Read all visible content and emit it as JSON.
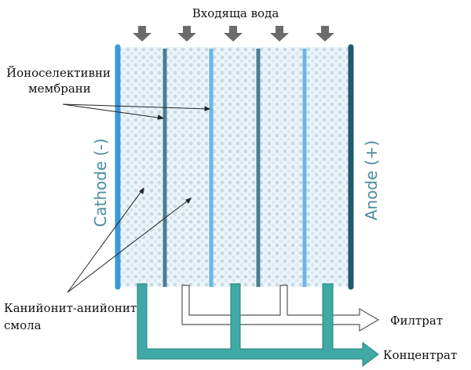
{
  "title": "Входяща вода",
  "labels": {
    "membranes_line1": "Йоноселективни",
    "membranes_line2": "мембрани",
    "resin_line1": "Канийонит-анийонит",
    "resin_line2": "смола",
    "filtrate": "Филтрат",
    "concentrate": "Концентрат"
  },
  "electrodes": {
    "cathode": "Cathode (-)",
    "anode": "Anode (+)"
  },
  "colors": {
    "cathode": "#3a9ad9",
    "anode": "#1f5a6e",
    "membrane_dark": "#4a7f93",
    "membrane_light": "#6bb6e6",
    "chamber_fill": "#eaf6fb",
    "concentrate_pipe": "#3fa9a5",
    "filtrate_pipe": "#ffffff",
    "inflow_arrow": "#6b6b6b",
    "electrode_text": "#4a8ea0"
  }
}
